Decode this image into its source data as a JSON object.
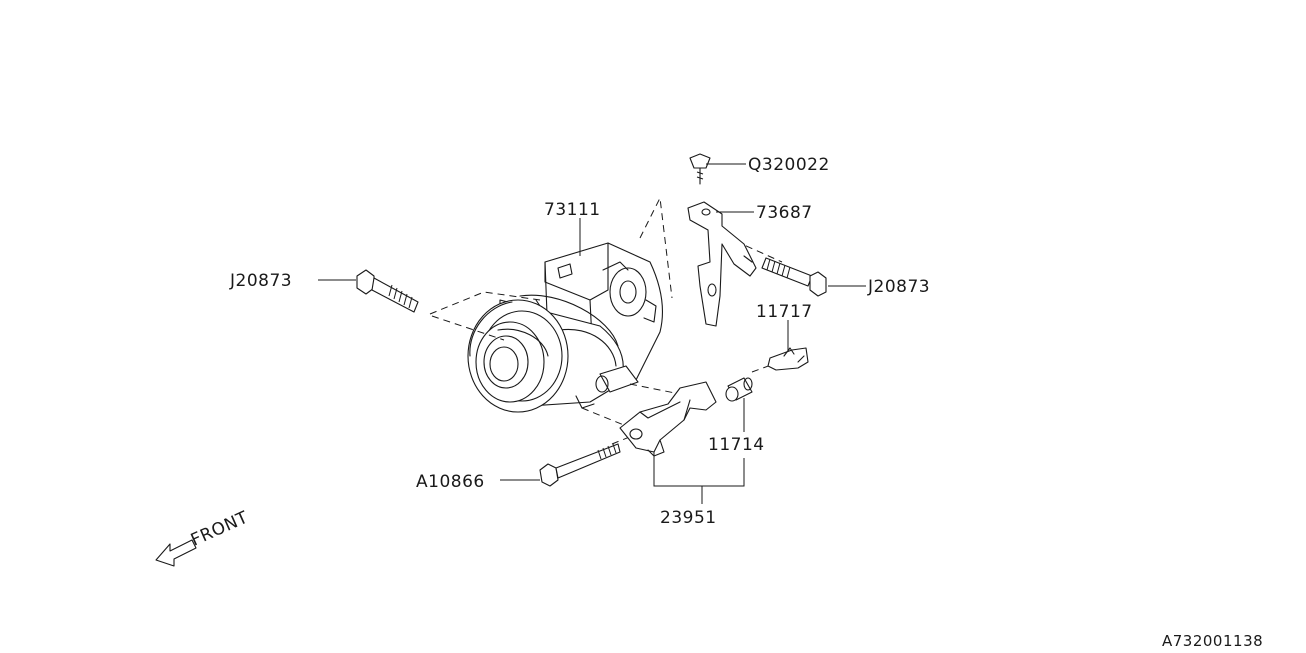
{
  "diagram": {
    "labels": {
      "compressor": "73111",
      "bolt_left": "J20873",
      "bolt_right": "J20873",
      "clip": "Q320022",
      "upper_bracket": "73687",
      "collar_upper": "11717",
      "collar_lower": "11714",
      "lower_bolt": "A10866",
      "bracket_assy": "23951"
    },
    "front_indicator": "FRONT",
    "reference_code": "A732001138"
  }
}
